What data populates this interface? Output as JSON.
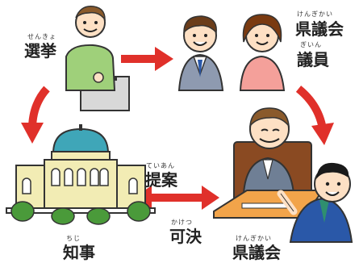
{
  "diagram": {
    "election": {
      "label": "選挙",
      "reading": "せんきょ"
    },
    "assembly_members": {
      "label_top": "県議会",
      "reading_top": "けんぎかい",
      "label_bottom": "議員",
      "reading_bottom": "ぎいん"
    },
    "governor": {
      "label": "知事",
      "reading": "ちじ"
    },
    "assembly": {
      "label": "県議会",
      "reading": "けんぎかい"
    },
    "proposal": {
      "label": "提案",
      "reading": "ていあん"
    },
    "resolution": {
      "label": "可決",
      "reading": "かけつ"
    },
    "colors": {
      "arrow": "#e0302a",
      "building": "#f2ecb4",
      "dome": "#3fa6b8",
      "tree": "#4a9a3a"
    }
  }
}
